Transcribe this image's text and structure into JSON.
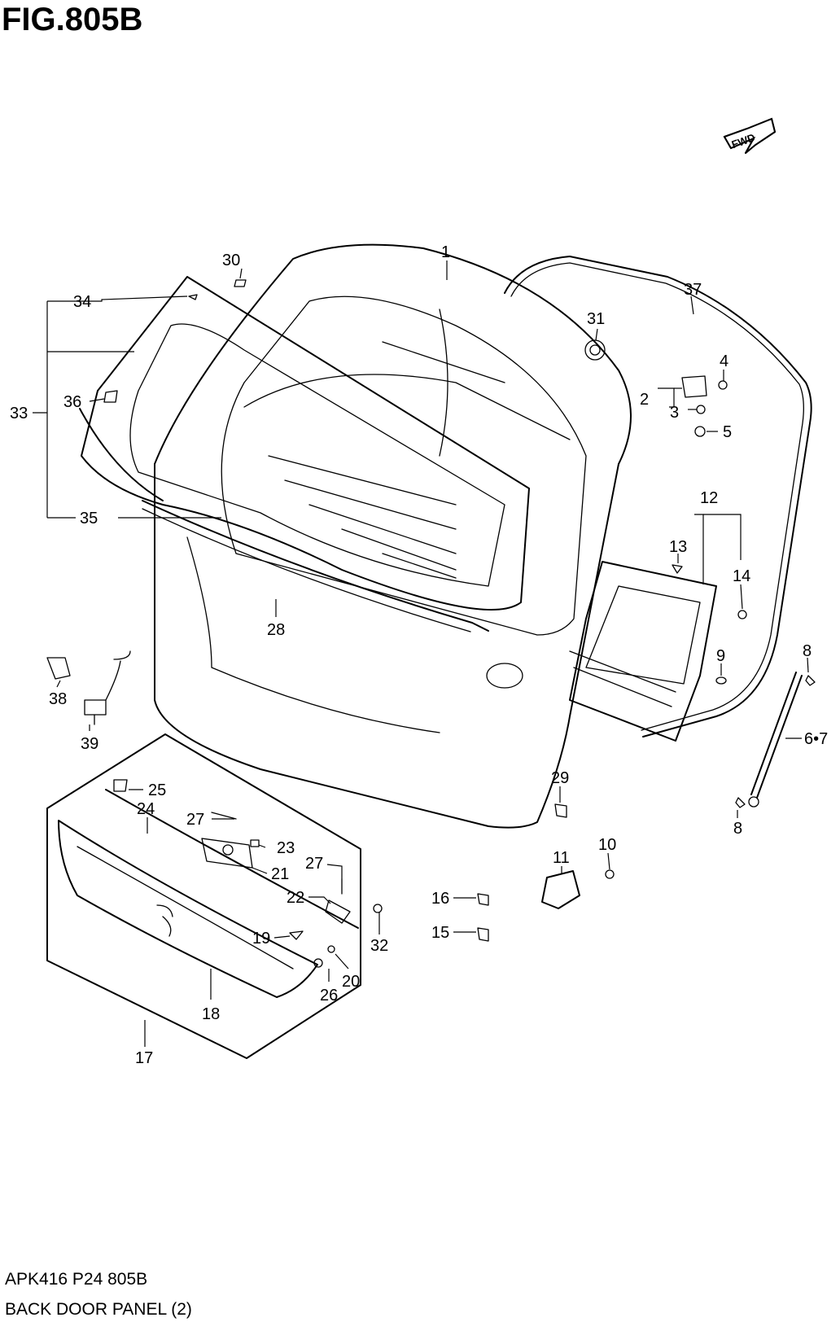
{
  "figure": {
    "title": "FIG.805B",
    "code": "APK416 P24 805B",
    "name": "BACK DOOR PANEL (2)",
    "fwd_label": "FWD"
  },
  "callouts": {
    "c1": "1",
    "c2": "2",
    "c3": "3",
    "c4": "4",
    "c5": "5",
    "c67": "6•7",
    "c8a": "8",
    "c8b": "8",
    "c9": "9",
    "c10": "10",
    "c11": "11",
    "c12": "12",
    "c13": "13",
    "c14": "14",
    "c15": "15",
    "c16": "16",
    "c17": "17",
    "c18": "18",
    "c19": "19",
    "c20": "20",
    "c21": "21",
    "c22": "22",
    "c23": "23",
    "c24": "24",
    "c25": "25",
    "c26": "26",
    "c27a": "27",
    "c27b": "27",
    "c28": "28",
    "c29": "29",
    "c30": "30",
    "c31": "31",
    "c32": "32",
    "c33": "33",
    "c34": "34",
    "c35": "35",
    "c36": "36",
    "c37": "37",
    "c38": "38",
    "c39": "39"
  }
}
